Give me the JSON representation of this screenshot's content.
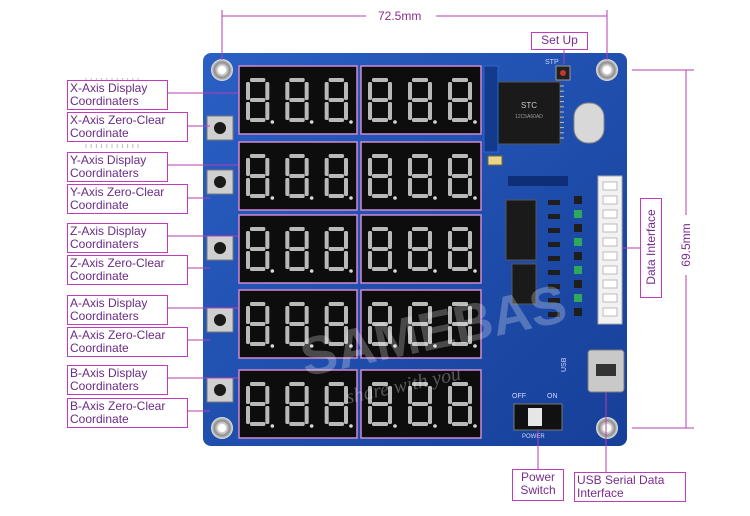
{
  "dimensions": {
    "width_label": "72.5mm",
    "height_label": "69.5mm"
  },
  "labels": {
    "set_up": "Set Up",
    "data_interface": "Data Interface",
    "power_switch_line1": "Power",
    "power_switch_line2": "Switch",
    "usb_line1": "USB Serial Data",
    "usb_line2": "Interface"
  },
  "axes": [
    {
      "display_line1": "X-Axis Display",
      "display_line2": "Coordinaters",
      "clear_line1": "X-Axis Zero-Clear",
      "clear_line2": "Coordinate"
    },
    {
      "display_line1": "Y-Axis Display",
      "display_line2": "Coordinaters",
      "clear_line1": "Y-Axis Zero-Clear",
      "clear_line2": "Coordinate"
    },
    {
      "display_line1": "Z-Axis Display",
      "display_line2": "Coordinaters",
      "clear_line1": "Z-Axis Zero-Clear",
      "clear_line2": "Coordinate"
    },
    {
      "display_line1": "A-Axis Display",
      "display_line2": "Coordinaters",
      "clear_line1": "A-Axis Zero-Clear",
      "clear_line2": "Coordinate"
    },
    {
      "display_line1": "B-Axis Display",
      "display_line2": "Coordinaters",
      "clear_line1": "B-Axis Zero-Clear",
      "clear_line2": "Coordinate"
    }
  ],
  "board_text": {
    "chip": "STC",
    "stp": "STP",
    "usb": "USB",
    "off": "OFF",
    "on": "ON",
    "power": "POWER",
    "watermark": "SAMEBAS",
    "watermark_sub": "share with you"
  },
  "colors": {
    "board": "#1d4fb0",
    "annotation": "#c23bbd",
    "digit_off": "#2a2a2a",
    "digit_on": "#d8d8d8"
  }
}
